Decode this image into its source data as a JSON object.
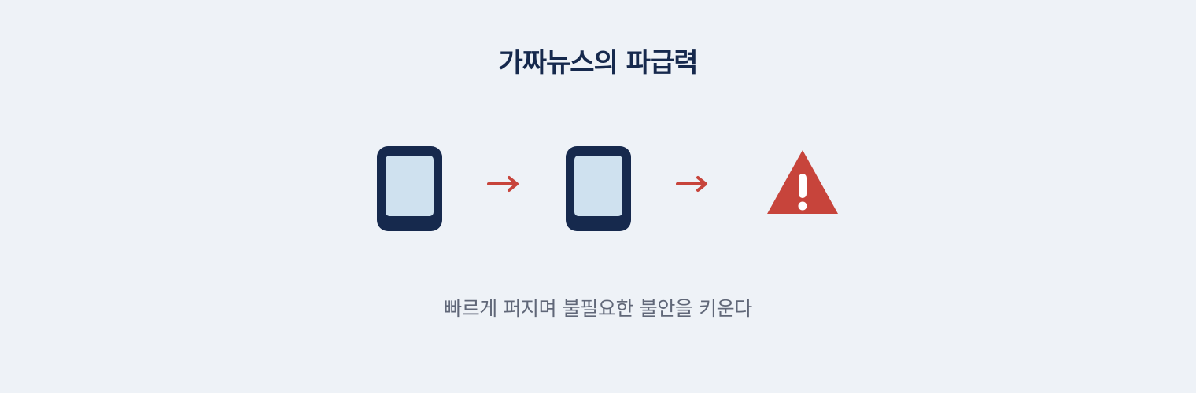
{
  "header": {
    "title": "가짜뉴스의 파급력"
  },
  "diagram": {
    "nodes": [
      {
        "icon": "tablet-icon",
        "kind": "device"
      },
      {
        "icon": "tablet-icon",
        "kind": "device"
      },
      {
        "icon": "warning-icon",
        "kind": "alert"
      }
    ],
    "connectors": [
      {
        "icon": "arrow-right-icon",
        "from": 0,
        "to": 1
      },
      {
        "icon": "arrow-right-icon",
        "from": 1,
        "to": 2
      }
    ]
  },
  "caption": {
    "text": "빠르게 퍼지며 불필요한 불안을 키운다"
  },
  "colors": {
    "background": "#eef2f7",
    "navy": "#16294d",
    "screen": "#cfe1ef",
    "alert_red": "#c7443b",
    "caption": "#606778"
  }
}
